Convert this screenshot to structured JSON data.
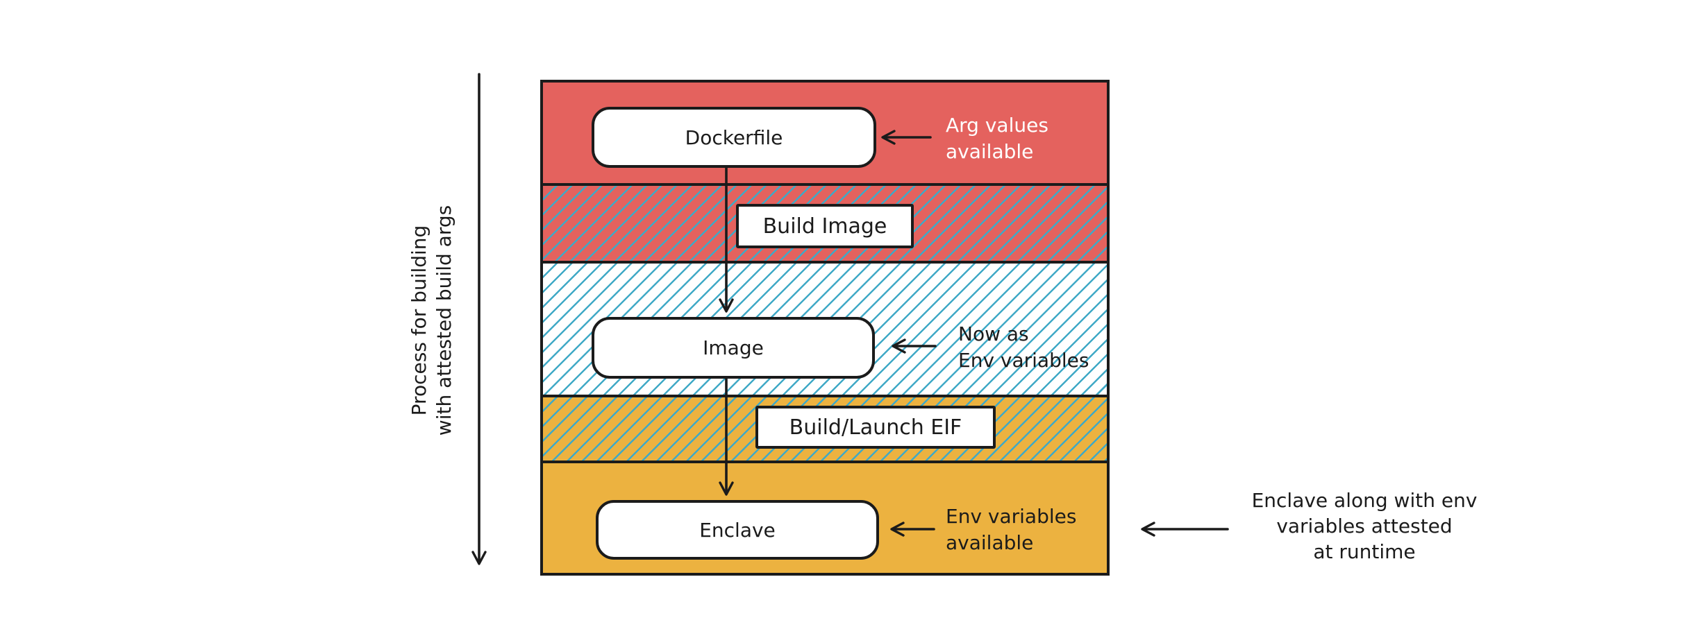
{
  "title": "Process for building with attested build args (Dockerfile to Enclave flow)",
  "left_axis": {
    "label": "Process for building\nwith attested build args"
  },
  "diagram": {
    "nodes": [
      {
        "label": "Dockerfile"
      },
      {
        "label": "Image"
      },
      {
        "label": "Enclave"
      }
    ],
    "steps": [
      {
        "label": "Build Image"
      },
      {
        "label": "Build/Launch EIF"
      }
    ],
    "annotations": [
      {
        "label": "Arg values\navailable",
        "color": "#ffffff"
      },
      {
        "label": "Now as\nEnv variables",
        "color": "#1b1b1b"
      },
      {
        "label": "Env variables\navailable",
        "color": "#1b1b1b"
      },
      {
        "label": "Enclave along with env\nvariables attested\nat runtime",
        "color": "#1b1b1b"
      }
    ],
    "bands": [
      {
        "name": "dockerfile-stage",
        "fill": "#e4625e",
        "hatched": false
      },
      {
        "name": "build-image-stage",
        "fill": "#e4625e",
        "hatched": true
      },
      {
        "name": "image-stage",
        "fill": "#ffffff",
        "hatched": true
      },
      {
        "name": "build-launch-eif-stage",
        "fill": "#ecb240",
        "hatched": true
      },
      {
        "name": "enclave-stage",
        "fill": "#ecb240",
        "hatched": false
      }
    ]
  },
  "colors": {
    "red": "#e4625e",
    "orange": "#ecb240",
    "hatch_teal": "#3fa9c6",
    "stroke": "#1b1b1b",
    "node_background": "#ffffff"
  }
}
